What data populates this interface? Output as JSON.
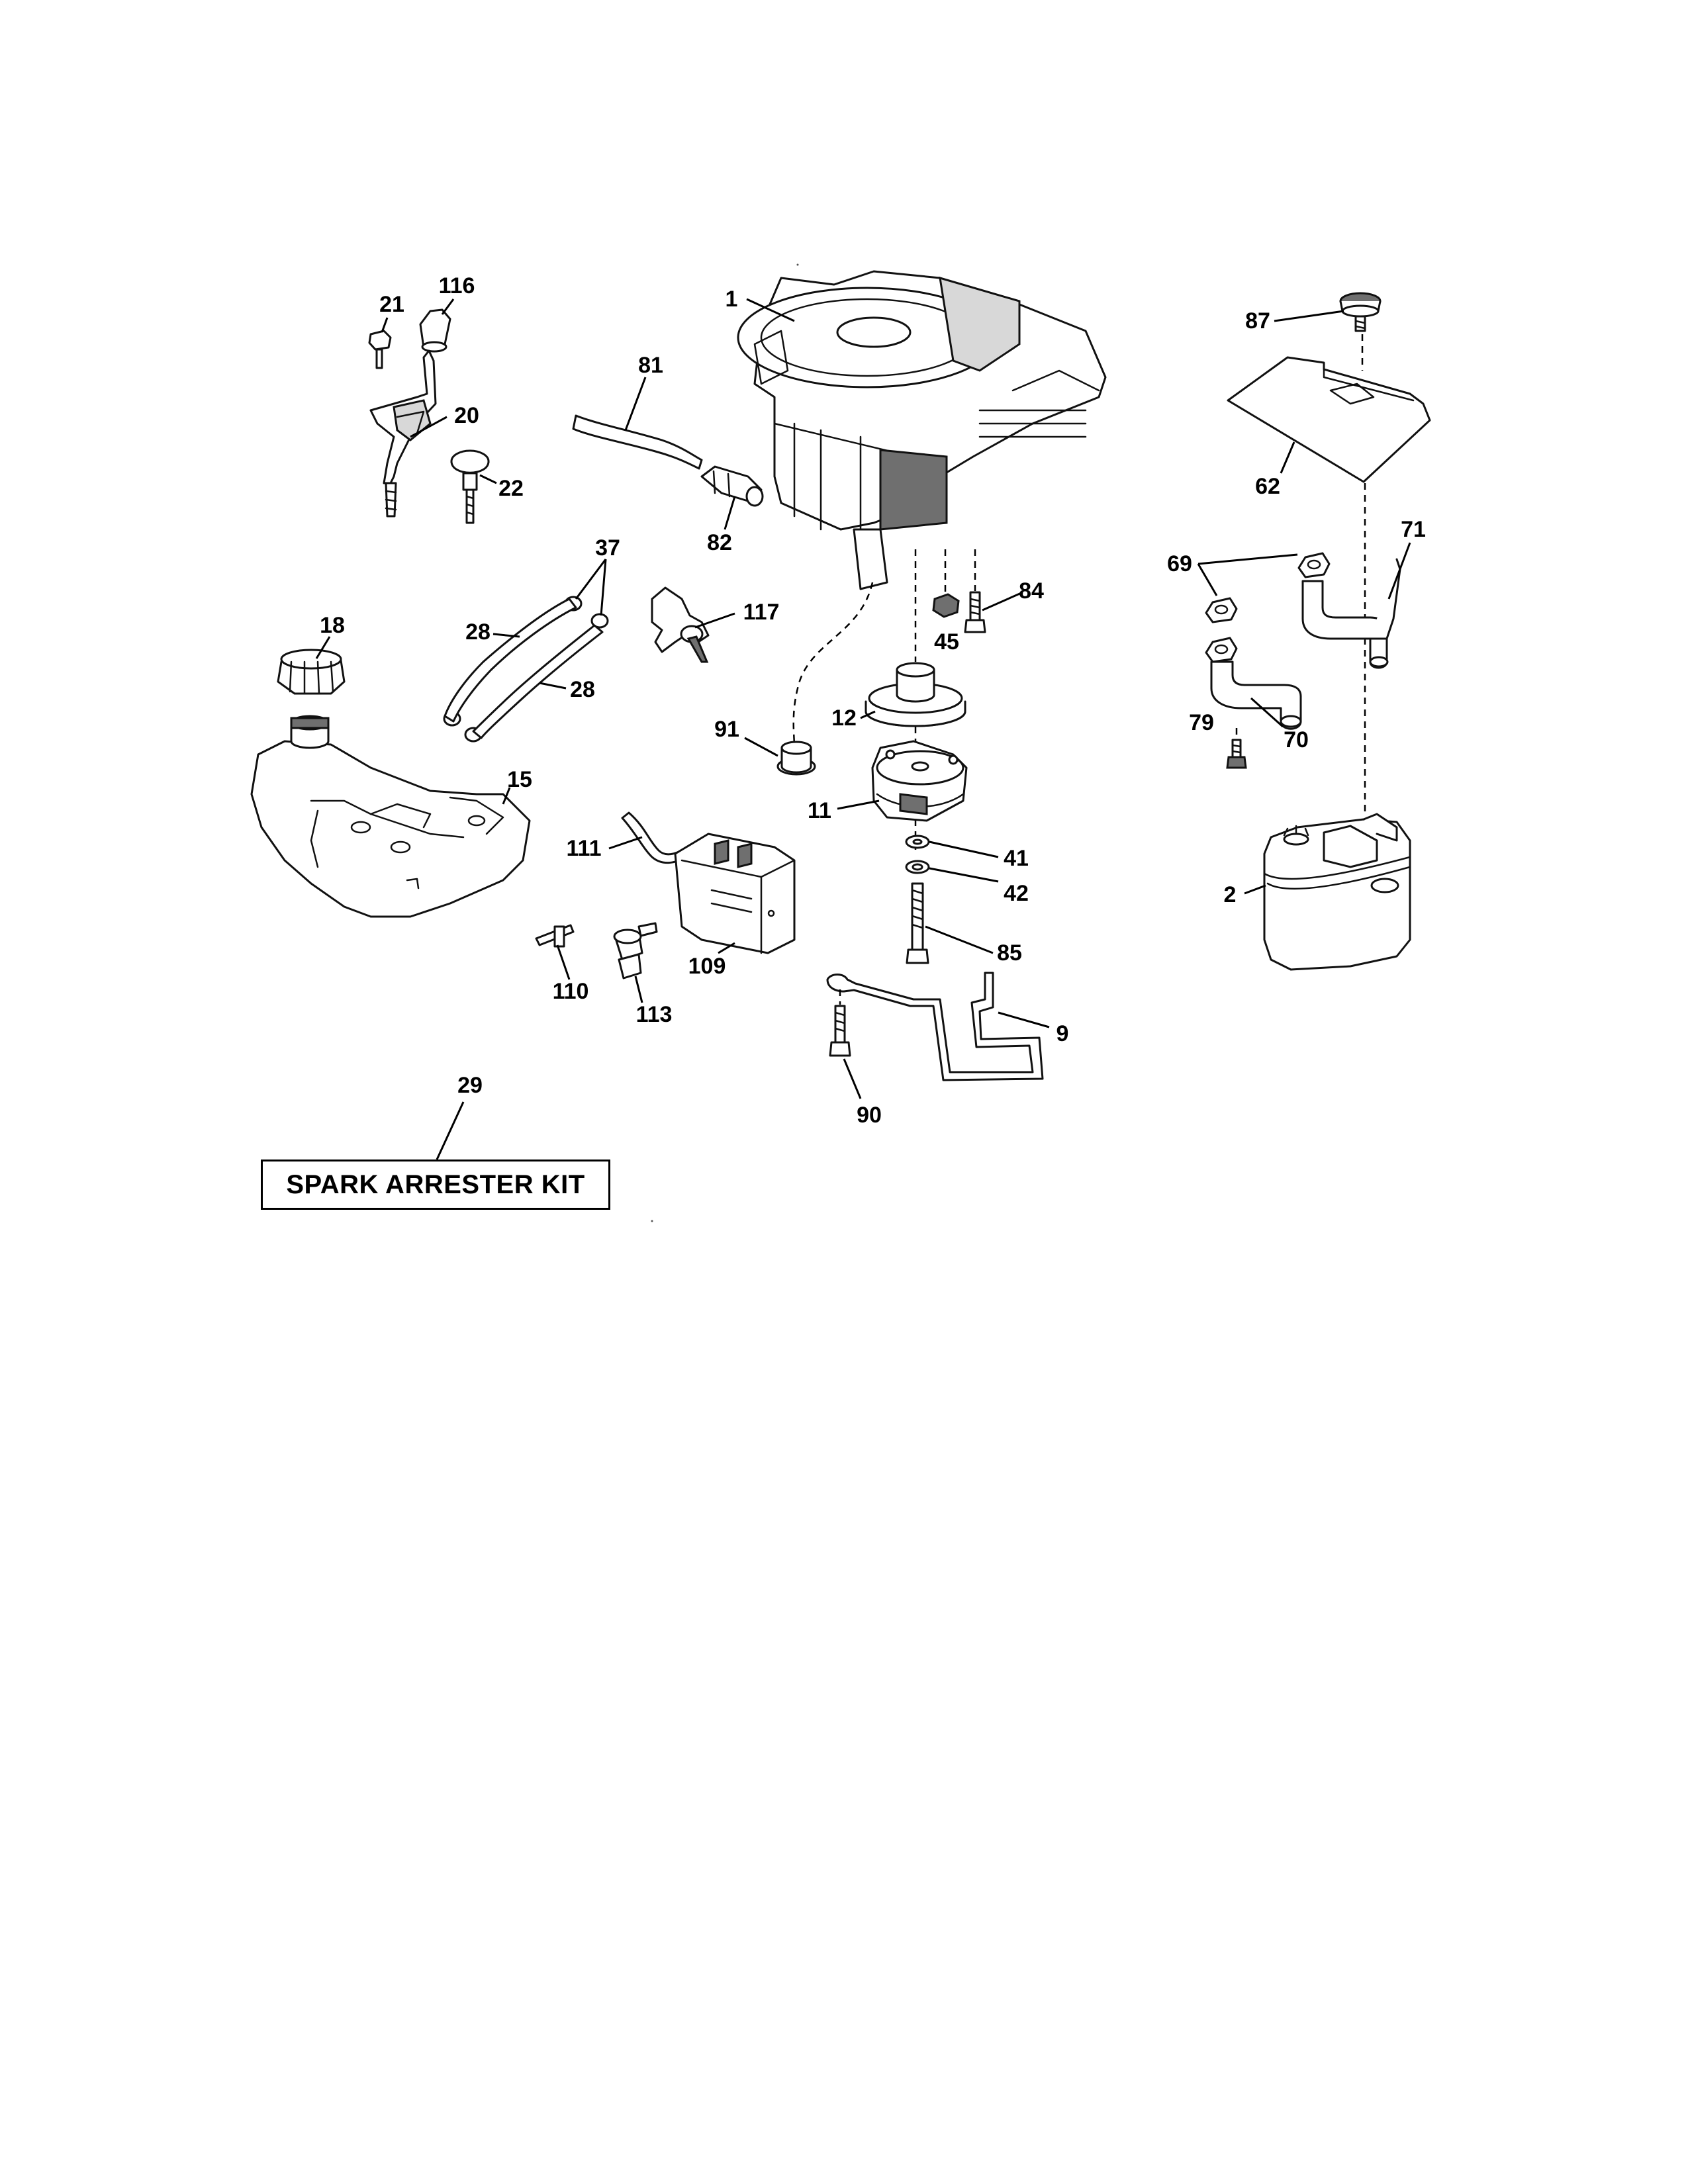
{
  "labels": {
    "engine": "1",
    "muffler": "2",
    "muffler_bracket": "9",
    "electric_clutch": "11",
    "pulley": "12",
    "fuel_tank": "15",
    "fuel_cap": "18",
    "throttle_control": "20",
    "screw_21": "21",
    "knob_22": "22",
    "fuel_line_upper": "28",
    "fuel_line_lower": "28",
    "kit": "29",
    "clamps": "37",
    "washer_41": "41",
    "washer_42": "42",
    "nut_45": "45",
    "heat_shield": "62",
    "gasket": "69",
    "exhaust_pipe_left": "70",
    "exhaust_pipe_right": "71",
    "screw_79": "79",
    "hose_81": "81",
    "fuel_filter": "82",
    "bolt_84": "84",
    "bolt_85": "85",
    "knob_87": "87",
    "bolt_90": "90",
    "bushing_91": "91",
    "battery": "109",
    "connector_110": "110",
    "cable_111": "111",
    "fitting_113": "113",
    "choke_knob": "116",
    "fuel_valve": "117"
  },
  "kit_box": {
    "text": "SPARK ARRESTER KIT"
  }
}
